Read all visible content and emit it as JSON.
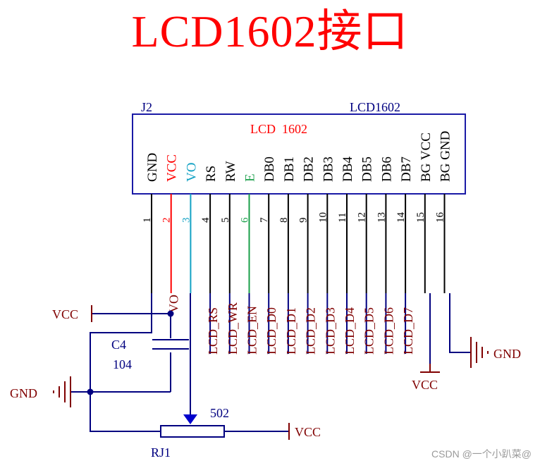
{
  "title": "LCD1602接口",
  "component": {
    "designator": "J2",
    "part_name": "LCD1602",
    "body_label": "LCD  1602"
  },
  "pins": [
    {
      "number": "1",
      "name": "GND",
      "color": "#000000"
    },
    {
      "number": "2",
      "name": "VCC",
      "color": "#ff0000"
    },
    {
      "number": "3",
      "name": "VO",
      "color": "#13a2c4"
    },
    {
      "number": "4",
      "name": "RS",
      "color": "#000000"
    },
    {
      "number": "5",
      "name": "RW",
      "color": "#000000"
    },
    {
      "number": "6",
      "name": "E",
      "color": "#1a9f4a"
    },
    {
      "number": "7",
      "name": "DB0",
      "color": "#000000"
    },
    {
      "number": "8",
      "name": "DB1",
      "color": "#000000"
    },
    {
      "number": "9",
      "name": "DB2",
      "color": "#000000"
    },
    {
      "number": "10",
      "name": "DB3",
      "color": "#000000"
    },
    {
      "number": "11",
      "name": "DB4",
      "color": "#000000"
    },
    {
      "number": "12",
      "name": "DB5",
      "color": "#000000"
    },
    {
      "number": "13",
      "name": "DB6",
      "color": "#000000"
    },
    {
      "number": "14",
      "name": "DB7",
      "color": "#000000"
    },
    {
      "number": "15",
      "name": "BG VCC",
      "color": "#000000"
    },
    {
      "number": "16",
      "name": "BG GND",
      "color": "#000000"
    }
  ],
  "net_labels": [
    "VO",
    "LCD_RS",
    "LCD_WR",
    "LCD_EN",
    "LCD_D0",
    "LCD_D1",
    "LCD_D2",
    "LCD_D3",
    "LCD_D4",
    "LCD_D5",
    "LCD_D6",
    "LCD_D7"
  ],
  "power": {
    "vcc_left": "VCC",
    "gnd_left": "GND",
    "vcc_bottom": "VCC",
    "gnd_right": "GND",
    "vcc_pot": "VCC"
  },
  "capacitor": {
    "designator": "C4",
    "value": "104"
  },
  "potentiometer": {
    "designator": "RJ1",
    "value": "502"
  },
  "watermark": "CSDN @一个小趴菜@",
  "colors": {
    "title": "#ff0000",
    "wire": "#000080",
    "net_label": "#800000",
    "label_blue": "#000080",
    "pin_red": "#ff0000",
    "pin_cyan": "#13a2c4",
    "pin_green": "#1a9f4a"
  }
}
